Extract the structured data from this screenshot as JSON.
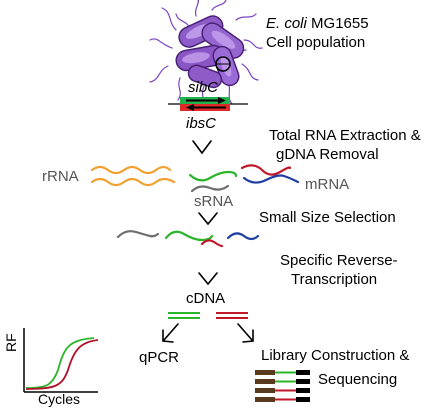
{
  "labels": {
    "ecoli_species": "E. coli",
    "ecoli_strain": " MG1655",
    "cell_population": "Cell population",
    "sibC": "sibC",
    "ibsC": "ibsC",
    "step_extraction_line1": "Total RNA Extraction &",
    "step_extraction_line2": "gDNA Removal",
    "rRNA": "rRNA",
    "mRNA": "mRNA",
    "sRNA": "sRNA",
    "step_size_selection": "Small Size Selection",
    "step_rt_line1": "Specific Reverse-",
    "step_rt_line2": "Transcription",
    "cDNA": "cDNA",
    "qPCR": "qPCR",
    "step_library_line1": "Library Construction &",
    "step_library_line2": "Sequencing",
    "axis_rf": "RF",
    "axis_cycles": "Cycles"
  },
  "colors": {
    "cell_fill": "#8e5cc9",
    "cell_dark": "#5a2d8e",
    "cell_light": "#c9a6f0",
    "flagella": "#7a45c0",
    "gene_green": "#22b14c",
    "gene_red": "#e02a2a",
    "rrna_orange": "#f0a030",
    "srna_green": "#2ab52a",
    "srna_gray": "#6e6e6e",
    "mrna_red": "#c0182a",
    "mrna_blue": "#1f3fa0",
    "curve_green": "#2ab52a",
    "curve_red": "#b0102a",
    "adapter_brown": "#5a3a1e",
    "adapter_black": "#000000"
  }
}
